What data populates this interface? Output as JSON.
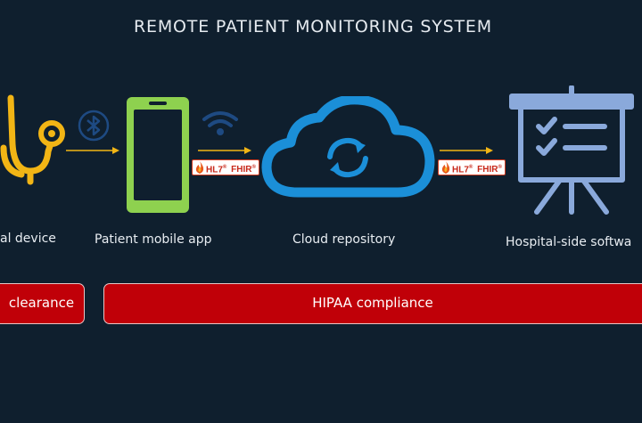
{
  "title": "REMOTE PATIENT MONITORING SYSTEM",
  "nodes": [
    {
      "id": "device",
      "label": "al device",
      "icon": "stethoscope-icon"
    },
    {
      "id": "app",
      "label": "Patient mobile app",
      "icon": "smartphone-icon"
    },
    {
      "id": "cloud",
      "label": "Cloud repository",
      "icon": "cloud-sync-icon"
    },
    {
      "id": "hospital",
      "label": "Hospital-side softwa",
      "icon": "presentation-board-icon"
    }
  ],
  "connections": [
    {
      "from": "device",
      "to": "app",
      "icon": "bluetooth-icon"
    },
    {
      "from": "app",
      "to": "cloud",
      "icon": "wifi-icon",
      "badge": "HL7 FHIR"
    },
    {
      "from": "cloud",
      "to": "hospital",
      "badge": "HL7 FHIR"
    }
  ],
  "badge_text": {
    "hl7": "HL7",
    "reg": "®",
    "fhir": "FHIR",
    "tm": "®"
  },
  "bars": [
    {
      "id": "clearance",
      "label": "clearance"
    },
    {
      "id": "hipaa",
      "label": "HIPAA compliance"
    }
  ],
  "colors": {
    "background": "#0f1f2e",
    "stethoscope": "#f2b515",
    "phone": "#8ed14f",
    "cloud": "#1b8fd8",
    "board": "#8aa9db",
    "arrow": "#f2b515",
    "bar": "#c00008"
  }
}
